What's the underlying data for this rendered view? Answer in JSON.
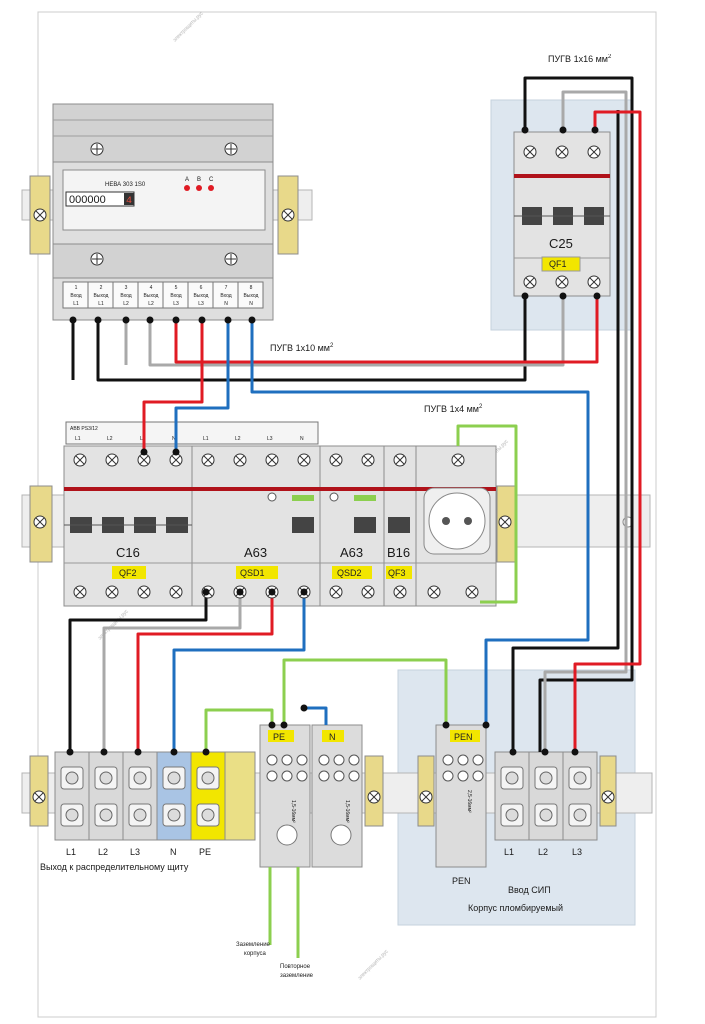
{
  "meter": {
    "brand": "НЕВА 303 1S0",
    "counter": "000000",
    "counter_last": "4",
    "phases": [
      "A",
      "B",
      "C"
    ],
    "terminals": [
      {
        "num": "1",
        "dir": "Вход",
        "line": "L1"
      },
      {
        "num": "2",
        "dir": "Выход",
        "line": "L1"
      },
      {
        "num": "3",
        "dir": "Вход",
        "line": "L2"
      },
      {
        "num": "4",
        "dir": "Выход",
        "line": "L2"
      },
      {
        "num": "5",
        "dir": "Вход",
        "line": "L3"
      },
      {
        "num": "6",
        "dir": "Выход",
        "line": "L3"
      },
      {
        "num": "7",
        "dir": "Вход",
        "line": "N"
      },
      {
        "num": "8",
        "dir": "Выход",
        "line": "N"
      }
    ]
  },
  "cables": {
    "pugv16": "ПУГВ 1х16 мм",
    "pugv10": "ПУГВ 1х10 мм",
    "pugv4": "ПУГВ 1х4 мм",
    "sup": "2"
  },
  "qf1": {
    "rating": "C25",
    "tag": "QF1"
  },
  "busbar": {
    "name": "ABB PS3/12",
    "labels": [
      "L1",
      "L2",
      "L3",
      "N",
      "L1",
      "L2",
      "L3",
      "N"
    ]
  },
  "devices": {
    "qf2": {
      "rating": "C16",
      "tag": "QF2"
    },
    "qsd1": {
      "rating": "A63",
      "tag": "QSD1"
    },
    "qsd2": {
      "rating": "A63",
      "tag": "QSD2"
    },
    "qf3": {
      "rating": "B16",
      "tag": "QF3"
    }
  },
  "terminal_blocks": {
    "out_labels": [
      "L1",
      "L2",
      "L3",
      "N",
      "PE"
    ],
    "out_caption": "Выход к распределительному щиту",
    "pe_tag": "PE",
    "n_tag": "N",
    "pen_tag": "PEN",
    "pen_caption": "PEN",
    "in_labels": [
      "L1",
      "L2",
      "L3"
    ],
    "sip_caption": "Ввод СИП",
    "sealed_caption": "Корпус пломбируемый",
    "ground_body": [
      "Заземление",
      "корпуса"
    ],
    "ground_repeat": [
      "Повторное",
      "заземление"
    ],
    "bar_marks": [
      "1,5-16мм²",
      "2,5-16мм²"
    ]
  },
  "watermark": "электрощиты.рус",
  "colors": {
    "black": "#111111",
    "grey": "#a9a9a9",
    "red": "#e01b24",
    "blue": "#1f6fbf",
    "green": "#8ccf4f",
    "yellow": "#f2e600",
    "device": "#e3e3e3",
    "panel": "#dde6ef"
  }
}
